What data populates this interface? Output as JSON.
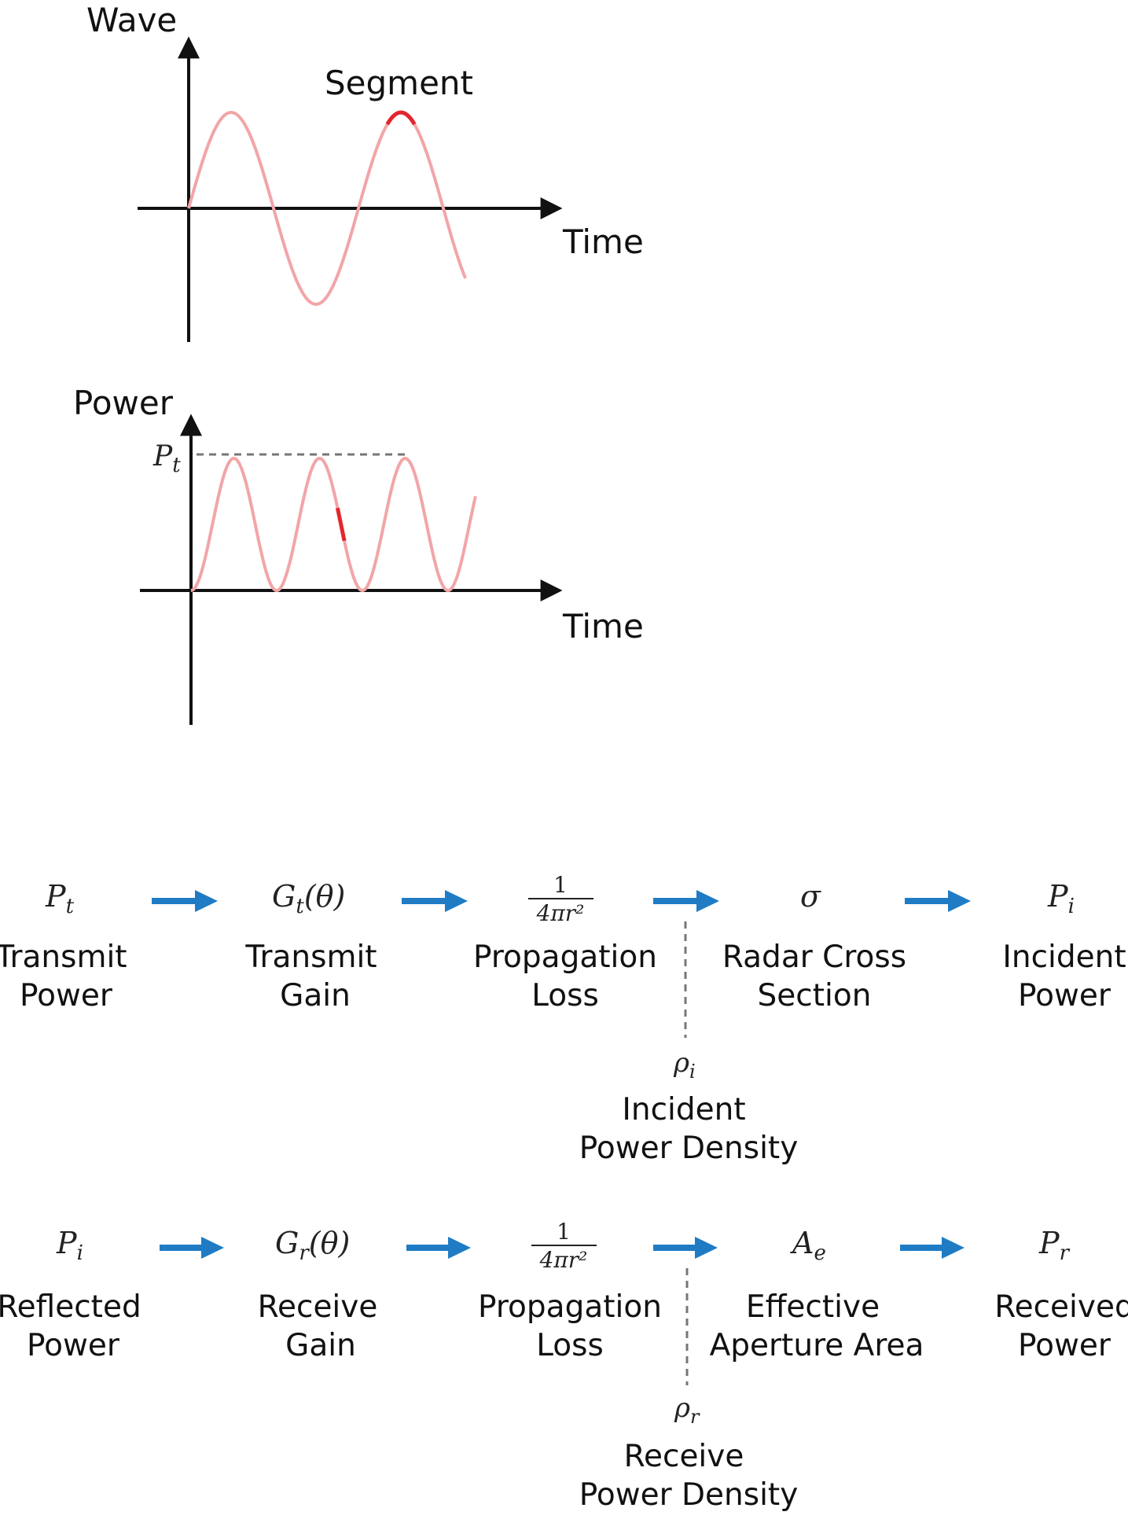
{
  "colors": {
    "axis": "#111111",
    "curve": "#f2a5a7",
    "segment": "#e3262e",
    "arrow": "#1f7cc4",
    "dashed": "#777777"
  },
  "wave_plot": {
    "y_label": "Wave",
    "x_label": "Time",
    "segment_label": "Segment"
  },
  "power_plot": {
    "y_label": "Power",
    "x_label": "Time",
    "level_label_base": "P",
    "level_label_sub": "t"
  },
  "chain1": {
    "nodes": [
      {
        "sym": "P",
        "sub": "t",
        "line1": "Transmit",
        "line2": "Power"
      },
      {
        "sym": "G",
        "sub": "t",
        "arg": "(θ)",
        "line1": "Transmit",
        "line2": "Gain"
      },
      {
        "num": "1",
        "den": "4πr²",
        "line1": "Propagation",
        "line2": "Loss"
      },
      {
        "sym": "σ",
        "line1": "Radar Cross",
        "line2": "Section"
      },
      {
        "sym": "P",
        "sub": "i",
        "line1": "Incident",
        "line2": "Power"
      }
    ],
    "tap": {
      "sym": "ρ",
      "sub": "i",
      "line1": "Incident",
      "line2": "Power Density"
    }
  },
  "chain2": {
    "nodes": [
      {
        "sym": "P",
        "sub": "i",
        "line1": "Reflected",
        "line2": "Power"
      },
      {
        "sym": "G",
        "sub": "r",
        "arg": "(θ)",
        "line1": "Receive",
        "line2": "Gain"
      },
      {
        "num": "1",
        "den": "4πr²",
        "line1": "Propagation",
        "line2": "Loss"
      },
      {
        "sym": "A",
        "sub": "e",
        "line1": "Effective",
        "line2": "Aperture Area"
      },
      {
        "sym": "P",
        "sub": "r",
        "line1": "Received",
        "line2": "Power"
      }
    ],
    "tap": {
      "sym": "ρ",
      "sub": "r",
      "line1": "Receive",
      "line2": "Power Density"
    }
  }
}
